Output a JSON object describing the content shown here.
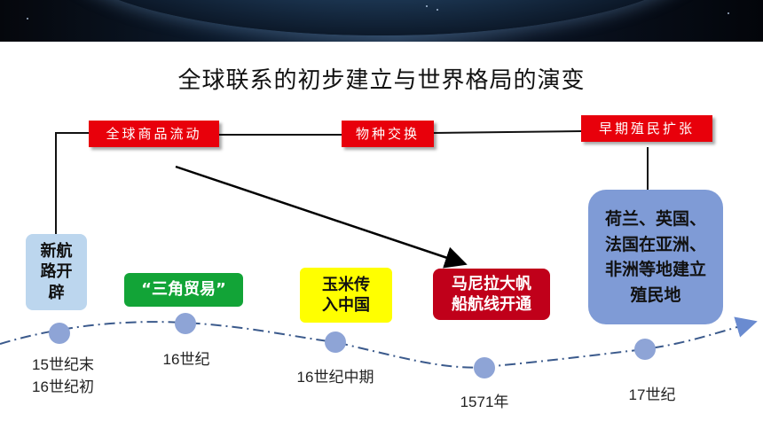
{
  "title": "全球联系的初步建立与世界格局的演变",
  "tags": {
    "goods_flow": "全球商品流动",
    "species_exchange": "物种交换",
    "early_colonial": "早期殖民扩张"
  },
  "events": {
    "new_routes": [
      "新航",
      "路开",
      "辟"
    ],
    "triangle_trade": "“三角贸易”",
    "maize": [
      "玉米传",
      "入中国"
    ],
    "manila_galleon": [
      "马尼拉大帆",
      "船航线开通"
    ],
    "colonies": [
      "荷兰、英国、",
      "法国在亚洲、",
      "非洲等地建立",
      "殖民地"
    ]
  },
  "dates": {
    "d1": [
      "15世纪末",
      "16世纪初"
    ],
    "d2": "16世纪",
    "d3": "16世纪中期",
    "d4": "1571年",
    "d5": "17世纪"
  },
  "colors": {
    "red_tag": "#e8000b",
    "light_blue_box": "#bcd6ee",
    "green_box": "#12a437",
    "yellow_box": "#ffff00",
    "dark_red_box": "#c0001a",
    "blue_box": "#7f9bd6",
    "timeline_dot": "#8ea4d6",
    "timeline_line": "#3b5a8c"
  }
}
